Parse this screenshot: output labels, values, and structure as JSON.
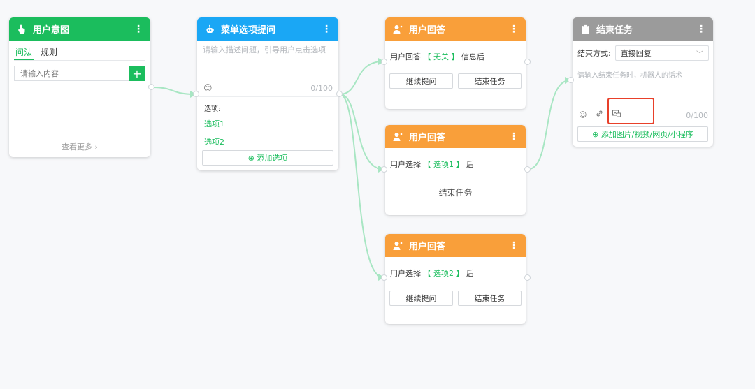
{
  "intent_card": {
    "title": "用户意图",
    "tabs": [
      "问法",
      "规则"
    ],
    "input_placeholder": "请输入内容",
    "add_symbol": "+",
    "view_more": "查看更多 ›"
  },
  "menu_card": {
    "title": "菜单选项提问",
    "desc_placeholder": "请输入描述问题，引导用户点击选项",
    "counter": "0/100",
    "options_label": "选项:",
    "options": [
      "选项1",
      "选项2"
    ],
    "add_option": "⊕ 添加选项"
  },
  "reply1": {
    "title": "用户回答",
    "text_prefix": "用户回答",
    "text_tag": "【 无关 】",
    "text_suffix": "信息后",
    "btn_continue": "继续提问",
    "btn_end": "结束任务"
  },
  "reply2": {
    "title": "用户回答",
    "text_prefix": "用户选择",
    "text_tag": "【 选项1 】",
    "text_suffix": "后",
    "end_text": "结束任务"
  },
  "reply3": {
    "title": "用户回答",
    "text_prefix": "用户选择",
    "text_tag": "【 选项2 】",
    "text_suffix": "后",
    "btn_continue": "继续提问",
    "btn_end": "结束任务"
  },
  "end_card": {
    "title": "结束任务",
    "method_label": "结束方式:",
    "method_value": "直接回复",
    "text_placeholder": "请输入结束任务时，机器人的话术",
    "counter": "0/100",
    "add_media": "⊕ 添加图片/视频/网页/小程序"
  },
  "colors": {
    "green": "#1bbd5d",
    "blue": "#1aa7f5",
    "orange": "#f99f3a",
    "gray": "#9b9b9b",
    "connector": "#a8e6c3",
    "highlight": "#e8402a"
  }
}
